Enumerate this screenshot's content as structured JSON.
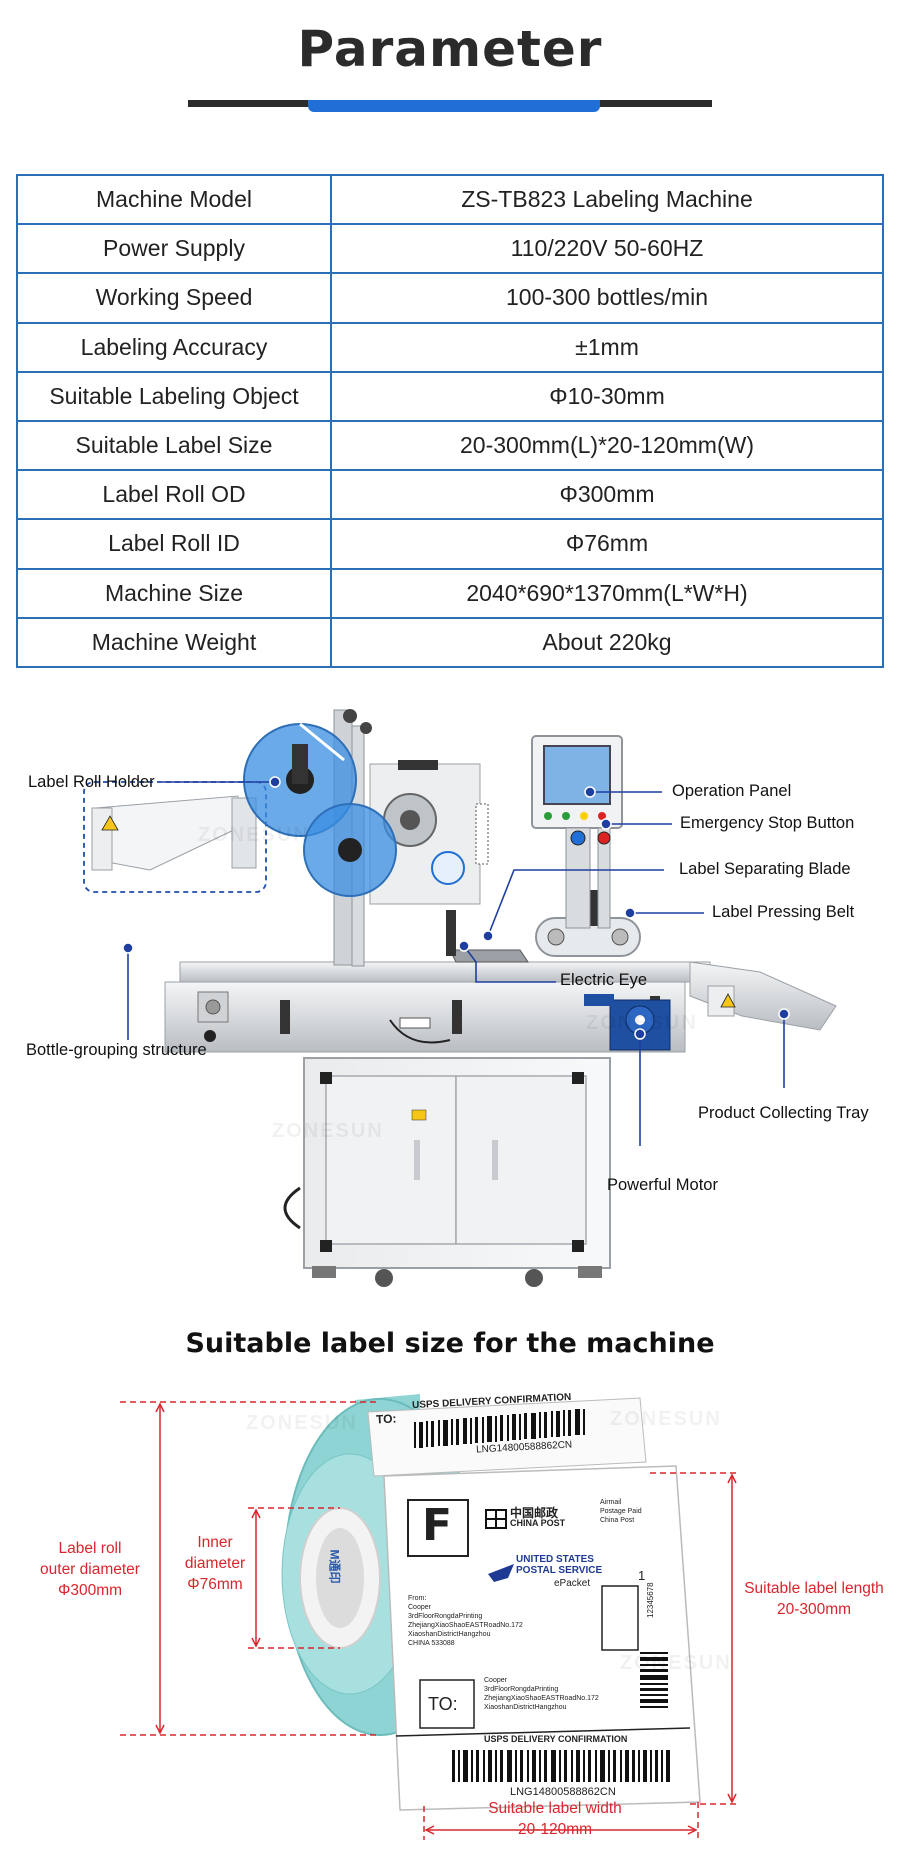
{
  "header": {
    "title": "Parameter"
  },
  "parameters": [
    {
      "name": "Machine Model",
      "value": "ZS-TB823 Labeling Machine"
    },
    {
      "name": "Power Supply",
      "value": "110/220V 50-60HZ"
    },
    {
      "name": "Working Speed",
      "value": "100-300 bottles/min"
    },
    {
      "name": "Labeling Accuracy",
      "value": "±1mm"
    },
    {
      "name": "Suitable Labeling Object",
      "value": "Φ10-30mm"
    },
    {
      "name": "Suitable Label Size",
      "value": "20-300mm(L)*20-120mm(W)"
    },
    {
      "name": "Label Roll OD",
      "value": "Φ300mm"
    },
    {
      "name": "Label Roll ID",
      "value": "Φ76mm"
    },
    {
      "name": "Machine Size",
      "value": "2040*690*1370mm(L*W*H)"
    },
    {
      "name": "Machine Weight",
      "value": "About 220kg"
    }
  ],
  "machine": {
    "callouts": {
      "label_roll_holder": "Label Roll Holder",
      "operation_panel": "Operation Panel",
      "emergency_stop": "Emergency Stop Button",
      "separating_blade": "Label Separating Blade",
      "pressing_belt": "Label Pressing Belt",
      "electric_eye": "Electric Eye",
      "bottle_grouping": "Bottle-grouping structure",
      "collecting_tray": "Product Collecting Tray",
      "motor": "Powerful Motor"
    },
    "watermark": "ZONESUN"
  },
  "label_size": {
    "title": "Suitable label size for the machine",
    "outer_diameter": {
      "line1": "Label roll",
      "line2": "outer diameter",
      "line3": "Φ300mm"
    },
    "inner_diameter": {
      "line1": "Inner",
      "line2": "diameter",
      "line3": "Φ76mm"
    },
    "label_length": {
      "line1": "Suitable label length",
      "line2": "20-300mm"
    },
    "label_width": {
      "line1": "Suitable label width",
      "line2": "20-120mm"
    },
    "sample_label": {
      "to_top": "TO:",
      "usps_confirm": "USPS DELIVERY CONFIRMATION",
      "tracking": "LNG14800588862CN",
      "letter_f": "F",
      "china_post": "中国邮政",
      "china_post_en": "CHINA POST",
      "united_states": "UNITED STATES",
      "postal_service": "POSTAL SERVICE",
      "epacket": "ePacket",
      "airmail_1": "Airmail",
      "airmail_2": "Postage Paid",
      "airmail_3": "China Post",
      "count": "1",
      "from": "From:",
      "addr_1": "Cooper",
      "addr_2": "3rdFloorRongdaPrinting",
      "addr_3": "ZhejiangXiaoShaoEASTRoadNo.172",
      "addr_4": "XiaoshanDistrictHangzhou",
      "addr_5": "CHINA 533088",
      "to_bottom": "TO:",
      "side_number": "12345678",
      "core_brand": "M通印"
    }
  }
}
